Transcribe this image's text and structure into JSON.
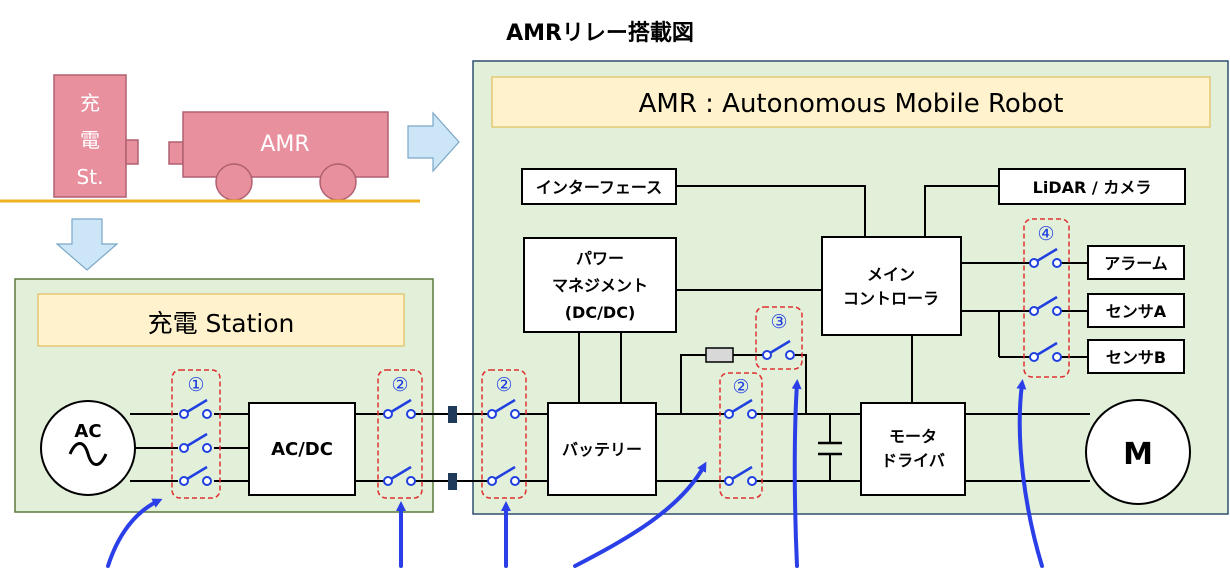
{
  "title": "AMRリレー搭載図",
  "top": {
    "station_label": [
      "充",
      "電",
      "St."
    ],
    "amr_label": "AMR"
  },
  "station": {
    "title": "充電 Station"
  },
  "amr": {
    "title": "AMR : Autonomous Mobile Robot"
  },
  "blocks": {
    "ac": "AC",
    "acdc": "AC/DC",
    "interface": "インターフェース",
    "lidar": "LiDAR / カメラ",
    "power_mgmt": [
      "パワー",
      "マネジメント",
      "(DC/DC)"
    ],
    "main_ctrl": [
      "メイン",
      "コントローラ"
    ],
    "battery": "バッテリー",
    "motor_driver": [
      "モータ",
      "ドライバ"
    ],
    "motor": "M",
    "alarm": "アラーム",
    "sensor_a": "センサA",
    "sensor_b": "センサB"
  },
  "relay_labels": {
    "r1": "①",
    "r2a": "②",
    "r2b": "②",
    "r2c": "②",
    "r3": "③",
    "r4": "④"
  },
  "colors": {
    "green_fill": "#e2efd9",
    "frame_green": "#5a7a3a",
    "frame_blue": "#2f4f6f",
    "title_yellow": "#fff2cc",
    "title_yellow_border": "#e0c060",
    "pink": "#e8909e",
    "pink_border": "#b06070",
    "orange_ground": "#f0b020",
    "light_blue_arrow": "#cde6f7",
    "relay_blue": "#2040e0",
    "dash_red": "#e03030",
    "wire": "#000000",
    "connector": "#1f3a5a"
  }
}
